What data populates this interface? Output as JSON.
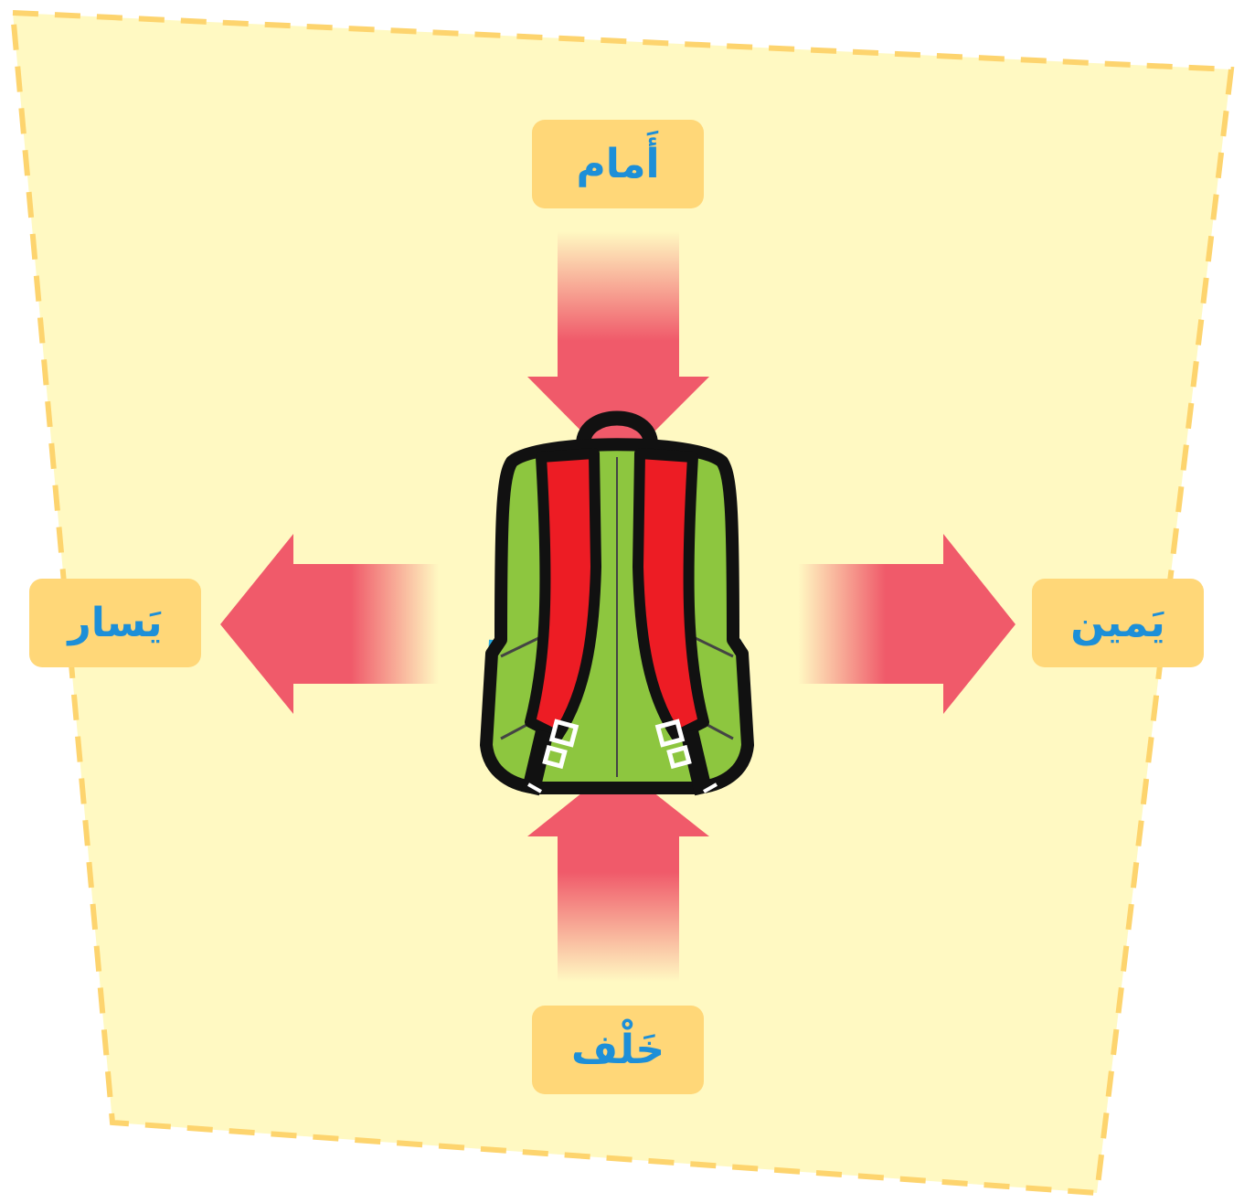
{
  "colors": {
    "background_panel": "#FFF9C2",
    "panel_border": "#FDD46E",
    "label_box": "#FFD778",
    "label_text": "#1D8FD8",
    "arrow": "#F05A6A",
    "backpack_body": "#8DC63F",
    "backpack_straps": "#ED1C24",
    "backpack_outline": "#111111",
    "backpack_side_accent": "#27AAE1"
  },
  "labels": {
    "front": "أَمام",
    "back": "خَلْف",
    "left": "يَسار",
    "right": "يَمين"
  },
  "icons": {
    "center": "backpack-icon",
    "arrows": [
      "arrow-down",
      "arrow-up",
      "arrow-left",
      "arrow-right"
    ]
  }
}
